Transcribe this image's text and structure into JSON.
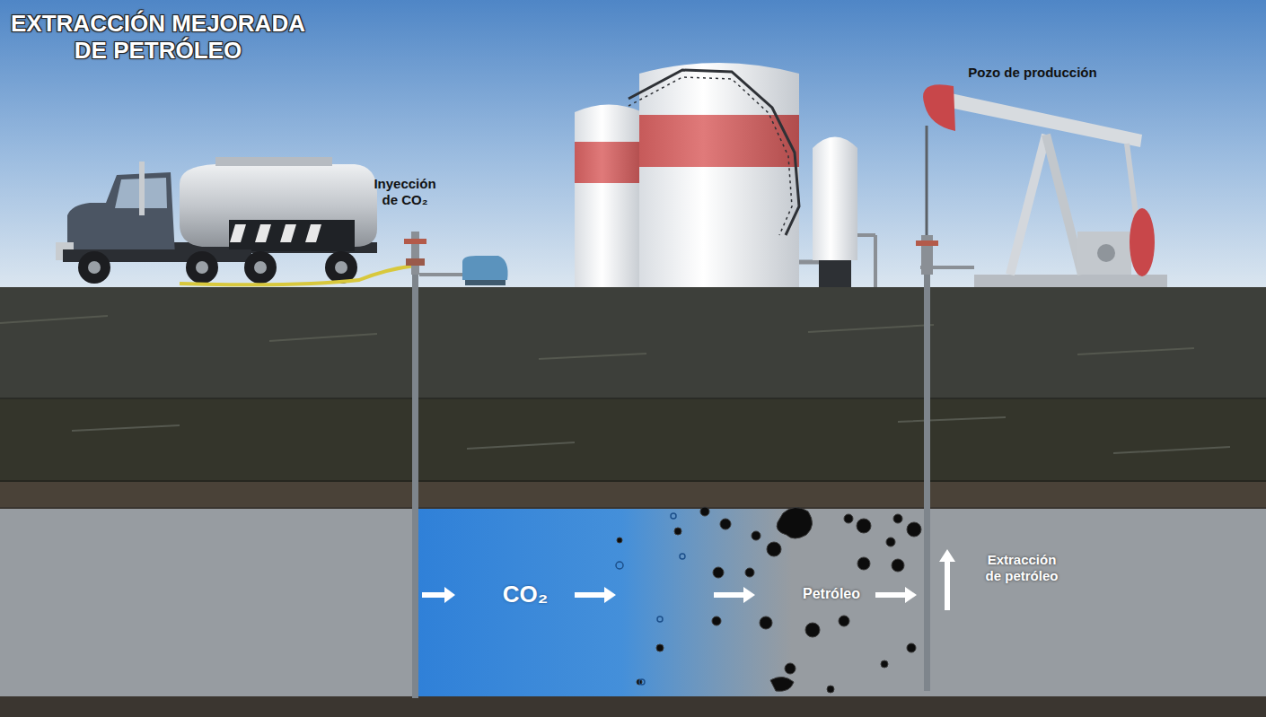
{
  "diagram": {
    "title": "EXTRACCIÓN MEJORADA DE PETRÓLEO",
    "labels": [
      "Pozo de producción",
      "Inyección de CO₂",
      "CO₂",
      "Petróleo",
      "Extracción de petróleo"
    ]
  }
}
